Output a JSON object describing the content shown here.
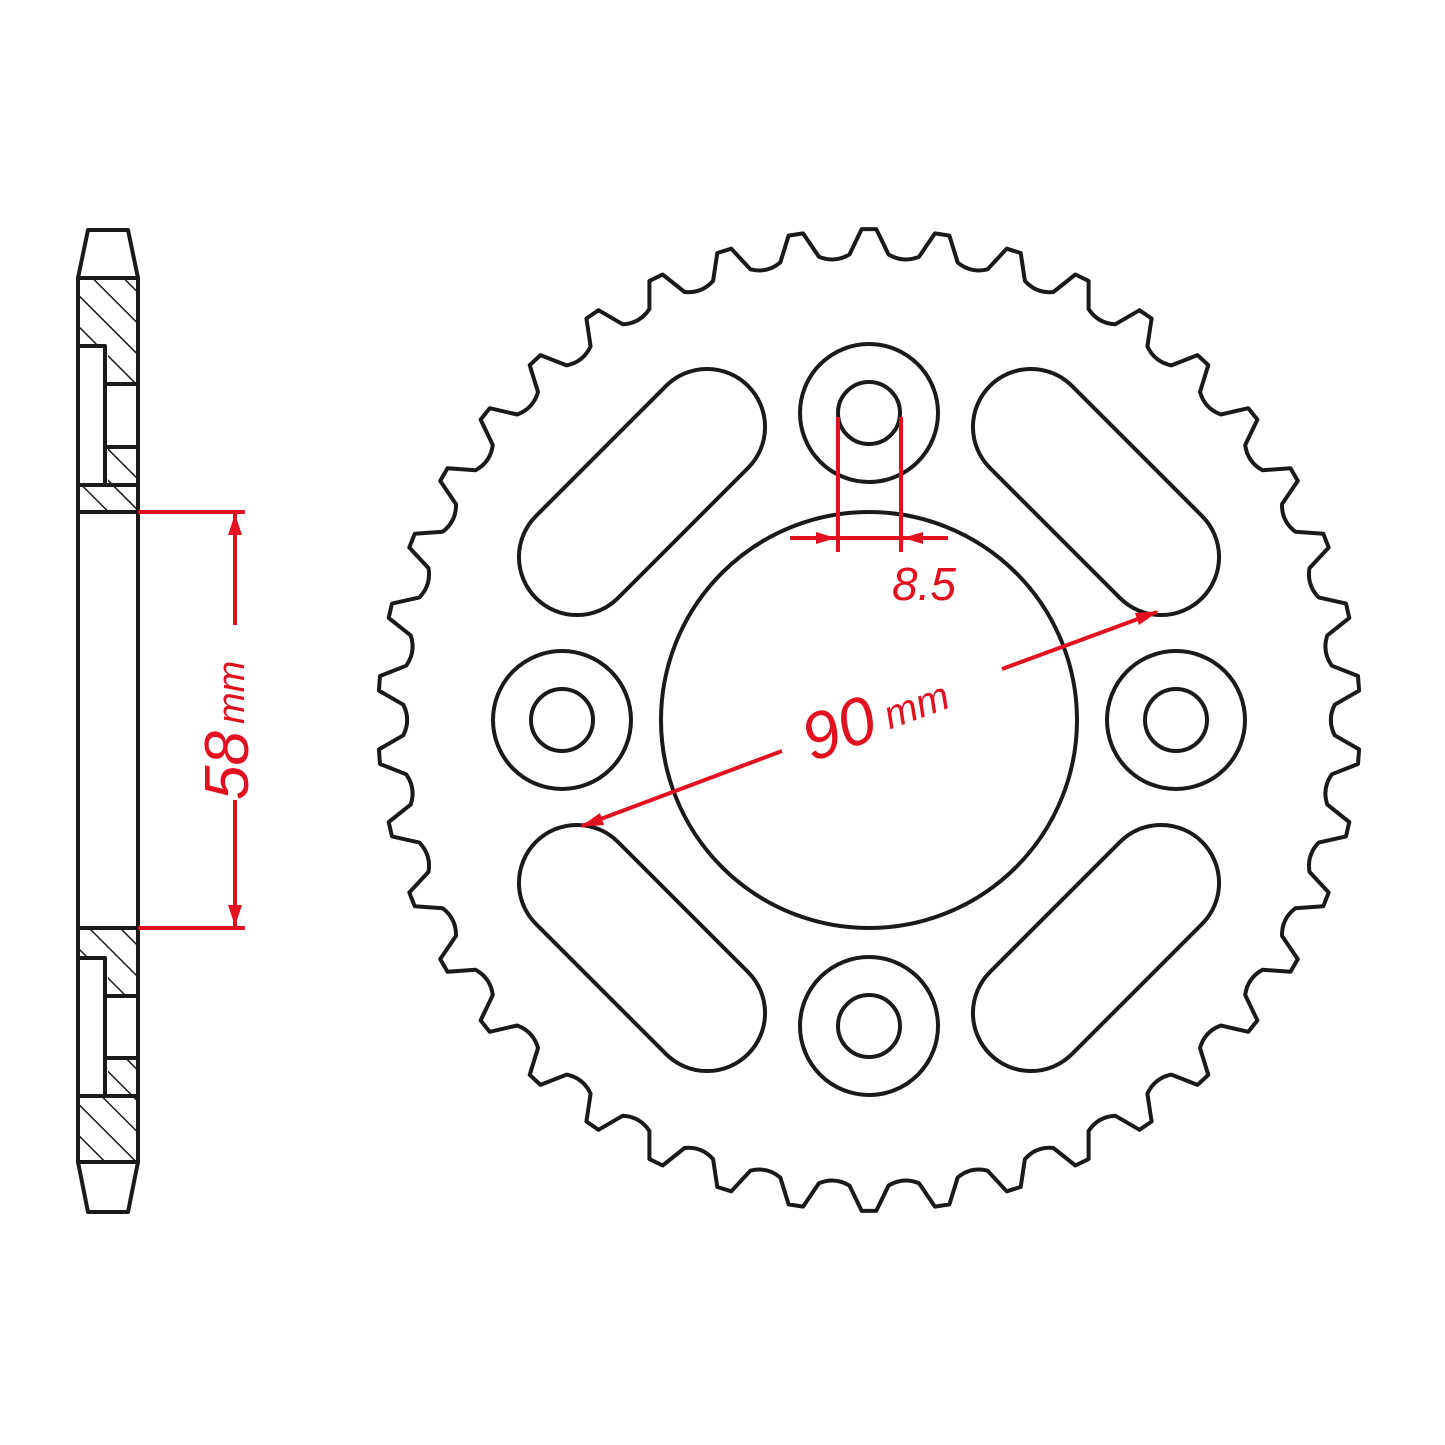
{
  "dimensions": {
    "hole_width": "8.5",
    "bolt_circle": {
      "value": "90",
      "unit": "mm"
    },
    "center_bore": {
      "value": "58",
      "unit": "mm"
    }
  },
  "colors": {
    "outline": "#1a1a1a",
    "dimension": "#e3101f"
  }
}
